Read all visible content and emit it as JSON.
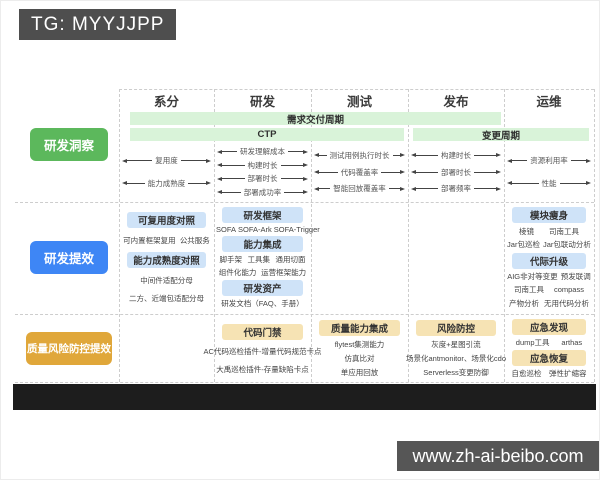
{
  "watermarks": {
    "top": "TG: MYYJJPP",
    "bottom": "www.zh-ai-beibo.com"
  },
  "columns": [
    "系分",
    "研发",
    "测试",
    "发布",
    "运维"
  ],
  "phase_bars": [
    {
      "label": "需求交付周期"
    },
    {
      "label": "CTP"
    },
    {
      "label": "变更周期"
    }
  ],
  "colors": {
    "bar_bg": "#d9f3d9",
    "green": "#5cb85c",
    "blue": "#3e86f5",
    "gold": "#e0a73a",
    "light_blue": "#cfe3f8",
    "light_gold": "#f6e3b4"
  },
  "rows": [
    {
      "label": "研发洞察",
      "accent": "green",
      "pill": "light_blue",
      "cells": [
        {
          "items": [
            {
              "t": "metric",
              "text": "复用度"
            },
            {
              "t": "metric",
              "text": "能力成熟度"
            }
          ]
        },
        {
          "items": [
            {
              "t": "metric",
              "text": "研发理解成本"
            },
            {
              "t": "metric",
              "text": "构建时长"
            },
            {
              "t": "metric",
              "text": "部署时长"
            },
            {
              "t": "metric",
              "text": "部署成功率"
            }
          ]
        },
        {
          "items": [
            {
              "t": "metric",
              "text": "测试用例执行时长"
            },
            {
              "t": "metric",
              "text": "代码覆盖率"
            },
            {
              "t": "metric",
              "text": "智能回放覆盖率"
            }
          ]
        },
        {
          "items": [
            {
              "t": "metric",
              "text": "构建时长"
            },
            {
              "t": "metric",
              "text": "部署时长"
            },
            {
              "t": "metric",
              "text": "部署频率"
            }
          ]
        },
        {
          "items": [
            {
              "t": "metric",
              "text": "资源利用率"
            },
            {
              "t": "metric",
              "text": "性能"
            }
          ]
        }
      ]
    },
    {
      "label": "研发提效",
      "accent": "blue",
      "pill": "light_blue",
      "cells": [
        {
          "items": [
            {
              "t": "box",
              "text": "可复用度对照"
            },
            {
              "t": "pair",
              "texts": [
                "可内置框架复用",
                "公共服务"
              ]
            },
            {
              "t": "box",
              "text": "能力成熟度对照"
            },
            {
              "t": "line",
              "text": "中间件适配分母"
            },
            {
              "t": "line",
              "text": "二方、近端包适配分母"
            }
          ]
        },
        {
          "items": [
            {
              "t": "box",
              "text": "研发框架"
            },
            {
              "t": "pair",
              "texts": [
                "SOFA",
                "SOFA-Ark",
                "SOFA-Trigger"
              ]
            },
            {
              "t": "box",
              "text": "能力集成"
            },
            {
              "t": "pair",
              "texts": [
                "脚手架",
                "工具集",
                "通用切面"
              ]
            },
            {
              "t": "pair",
              "texts": [
                "组件化能力",
                "运营框架能力"
              ]
            },
            {
              "t": "box",
              "text": "研发资产"
            },
            {
              "t": "line",
              "text": "研发文档（FAQ、手册）"
            }
          ]
        },
        {
          "items": []
        },
        {
          "items": []
        },
        {
          "items": [
            {
              "t": "box",
              "text": "模块瘦身"
            },
            {
              "t": "pair",
              "texts": [
                "棱镜",
                "司南工具"
              ]
            },
            {
              "t": "pair",
              "texts": [
                "Jar包巡检",
                "Jar包联动分析"
              ]
            },
            {
              "t": "box",
              "text": "代际升级"
            },
            {
              "t": "pair",
              "texts": [
                "AIG非对等变更",
                "预发联调"
              ]
            },
            {
              "t": "pair",
              "texts": [
                "司南工具",
                "compass"
              ]
            },
            {
              "t": "pair",
              "texts": [
                "产物分析",
                "无用代码分析"
              ]
            }
          ]
        }
      ]
    },
    {
      "label": "质量风险防控提效",
      "accent": "gold",
      "pill": "light_gold",
      "cells": [
        {
          "items": []
        },
        {
          "items": [
            {
              "t": "box",
              "text": "代码门禁"
            },
            {
              "t": "line",
              "text": "AC代码巡检插件-增量代码规范卡点"
            },
            {
              "t": "line",
              "text": "大禹巡检插件-存量缺陷卡点"
            }
          ]
        },
        {
          "items": [
            {
              "t": "box",
              "text": "质量能力集成"
            },
            {
              "t": "line",
              "text": "flytest集测能力"
            },
            {
              "t": "line",
              "text": "仿真比对"
            },
            {
              "t": "line",
              "text": "单应用回放"
            }
          ]
        },
        {
          "items": [
            {
              "t": "box",
              "text": "风险防控"
            },
            {
              "t": "line",
              "text": "灰度+星图引流"
            },
            {
              "t": "line",
              "text": "场景化antmonitor、场景化cdo"
            },
            {
              "t": "line",
              "text": "Serverless变更防御"
            }
          ]
        },
        {
          "items": [
            {
              "t": "box",
              "text": "应急发现"
            },
            {
              "t": "pair",
              "texts": [
                "dump工具",
                "arthas"
              ]
            },
            {
              "t": "box",
              "text": "应急恢复"
            },
            {
              "t": "pair",
              "texts": [
                "自愈巡检",
                "弹性扩缩容"
              ]
            }
          ]
        }
      ]
    }
  ]
}
